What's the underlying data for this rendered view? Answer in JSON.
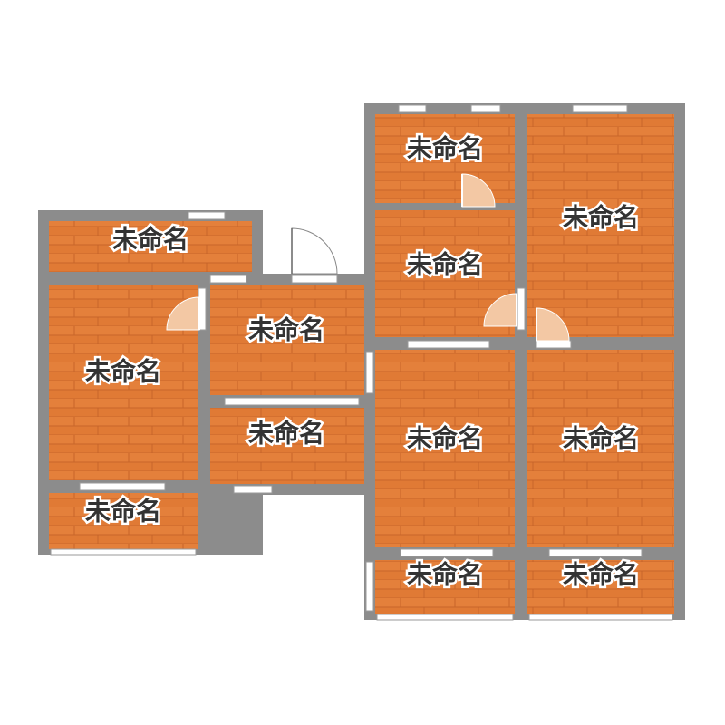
{
  "floor_plan": {
    "rooms": [
      {
        "label": "未命名"
      },
      {
        "label": "未命名"
      },
      {
        "label": "未命名"
      },
      {
        "label": "未命名"
      },
      {
        "label": "未命名"
      },
      {
        "label": "未命名"
      },
      {
        "label": "未命名"
      },
      {
        "label": "未命名"
      },
      {
        "label": "未命名"
      },
      {
        "label": "未命名"
      },
      {
        "label": "未命名"
      },
      {
        "label": "未命名"
      }
    ],
    "colors": {
      "wall": "#8c8c8c",
      "floor": "#e07a35",
      "floor_line": "#c7652a",
      "window": "#ffffff",
      "door_swing": "#f3c8a4"
    }
  }
}
